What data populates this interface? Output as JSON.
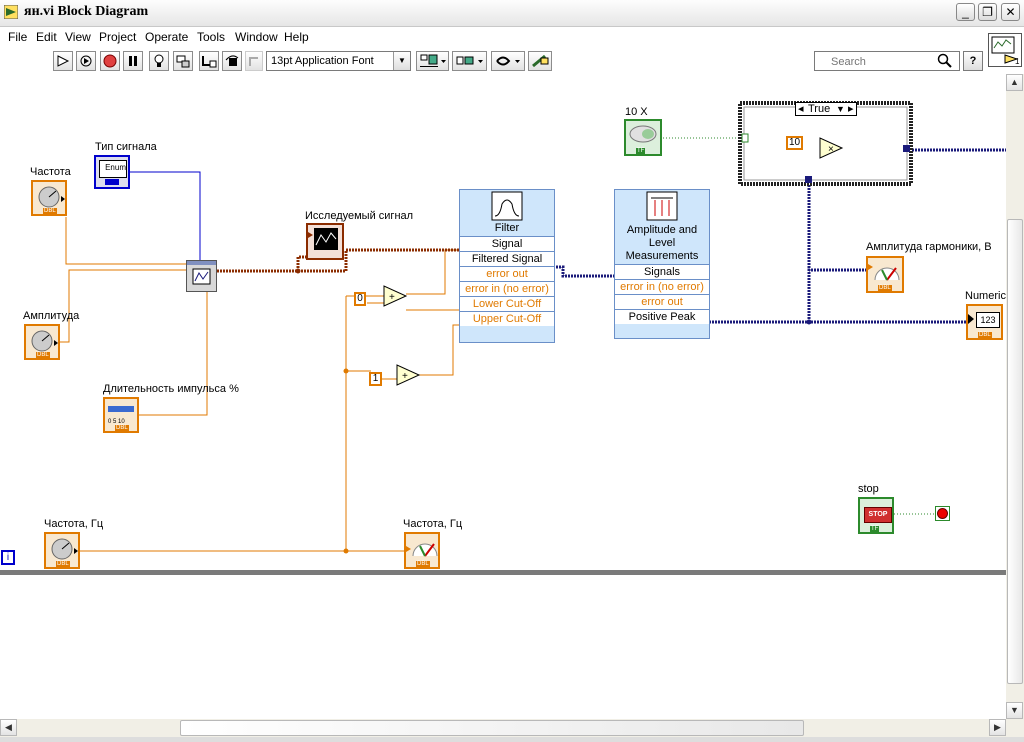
{
  "window": {
    "title": "ян.vi Block Diagram",
    "minimize_glyph": "_",
    "maximize_glyph": "❐",
    "close_glyph": "✕"
  },
  "menu": {
    "items": [
      "File",
      "Edit",
      "View",
      "Project",
      "Operate",
      "Tools",
      "Window",
      "Help"
    ]
  },
  "toolbar": {
    "font_selector": "13pt Application Font",
    "search_placeholder": "Search",
    "help_glyph": "?",
    "vi_icon_number": "1"
  },
  "diagram": {
    "signal_type_label": "Тип сигнала",
    "enum_text": "Enum",
    "frequency_label": "Частота",
    "amplitude_label": "Амплитуда",
    "pulse_duration_label": "Длительность импульса %",
    "signal_graph_label": "Исследуемый сигнал",
    "tf_label": "10 X",
    "tf_text": "TF",
    "case_selector": "True",
    "const_10": "10",
    "const_0": "0",
    "const_1": "1",
    "freq_hz_control_label": "Частота, Гц",
    "freq_hz_indicator_label": "Частота, Гц",
    "harmonic_amp_label": "Амплитуда гармоники, В",
    "numeric_label": "Numeric",
    "numeric_text": "123",
    "stop_label": "stop",
    "stop_text": "STOP",
    "dbl_text": "DBL",
    "loop_iter": "i",
    "filter": {
      "title": "Filter",
      "rows": [
        "Signal",
        "Filtered Signal",
        "error out",
        "error in (no error)",
        "Lower Cut-Off",
        "Upper Cut-Off"
      ]
    },
    "amplitude_node": {
      "title": "Amplitude and Level Measurements",
      "rows": [
        "Signals",
        "error in (no error)",
        "error out",
        "Positive Peak"
      ]
    }
  },
  "colors": {
    "numeric_orange": "#e07a00",
    "enum_blue": "#0000cc",
    "waveform_brown": "#8b2c00",
    "dbl_dark_blue": "#1a1a7a",
    "boolean_green": "#2c8a2c",
    "node_blue": "#cfe6fb"
  }
}
